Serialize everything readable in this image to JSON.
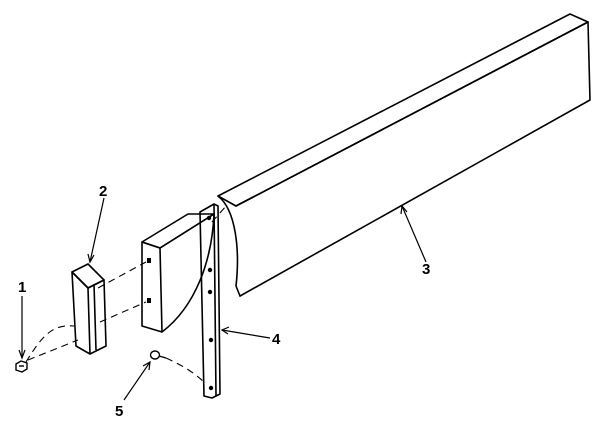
{
  "callouts": [
    {
      "id": "part-1",
      "label": "1"
    },
    {
      "id": "part-2",
      "label": "2"
    },
    {
      "id": "part-3",
      "label": "3"
    },
    {
      "id": "part-4",
      "label": "4"
    },
    {
      "id": "part-5",
      "label": "5"
    }
  ],
  "colors": {
    "line": "#000000",
    "paper": "#ffffff"
  }
}
